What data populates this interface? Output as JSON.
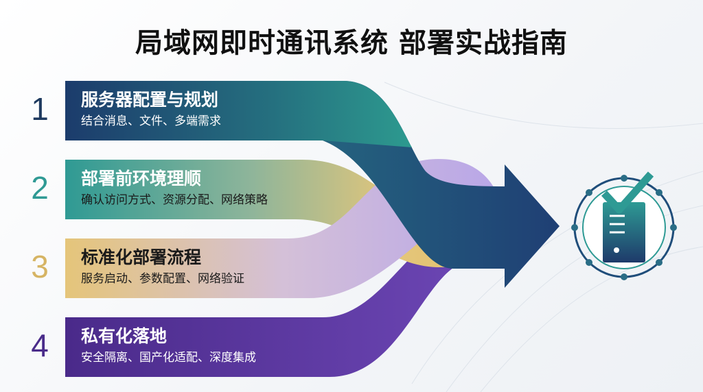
{
  "title": "局域网即时通讯系统 部署实战指南",
  "steps": [
    {
      "number": "1",
      "heading": "服务器配置与规划",
      "subtitle": "结合消息、文件、多端需求",
      "color": "#1e3a5f"
    },
    {
      "number": "2",
      "heading": "部署前环境理顺",
      "subtitle": "确认访问方式、资源分配、网络策略",
      "color": "#2f9a94"
    },
    {
      "number": "3",
      "heading": "标准化部署流程",
      "subtitle": "服务启动、参数配置、网络验证",
      "color": "#d6b464"
    },
    {
      "number": "4",
      "heading": "私有化落地",
      "subtitle": "安全隔离、国产化适配、深度集成",
      "color": "#4a2c8a"
    }
  ],
  "icons": {
    "result": "server-checkmark-icon"
  }
}
